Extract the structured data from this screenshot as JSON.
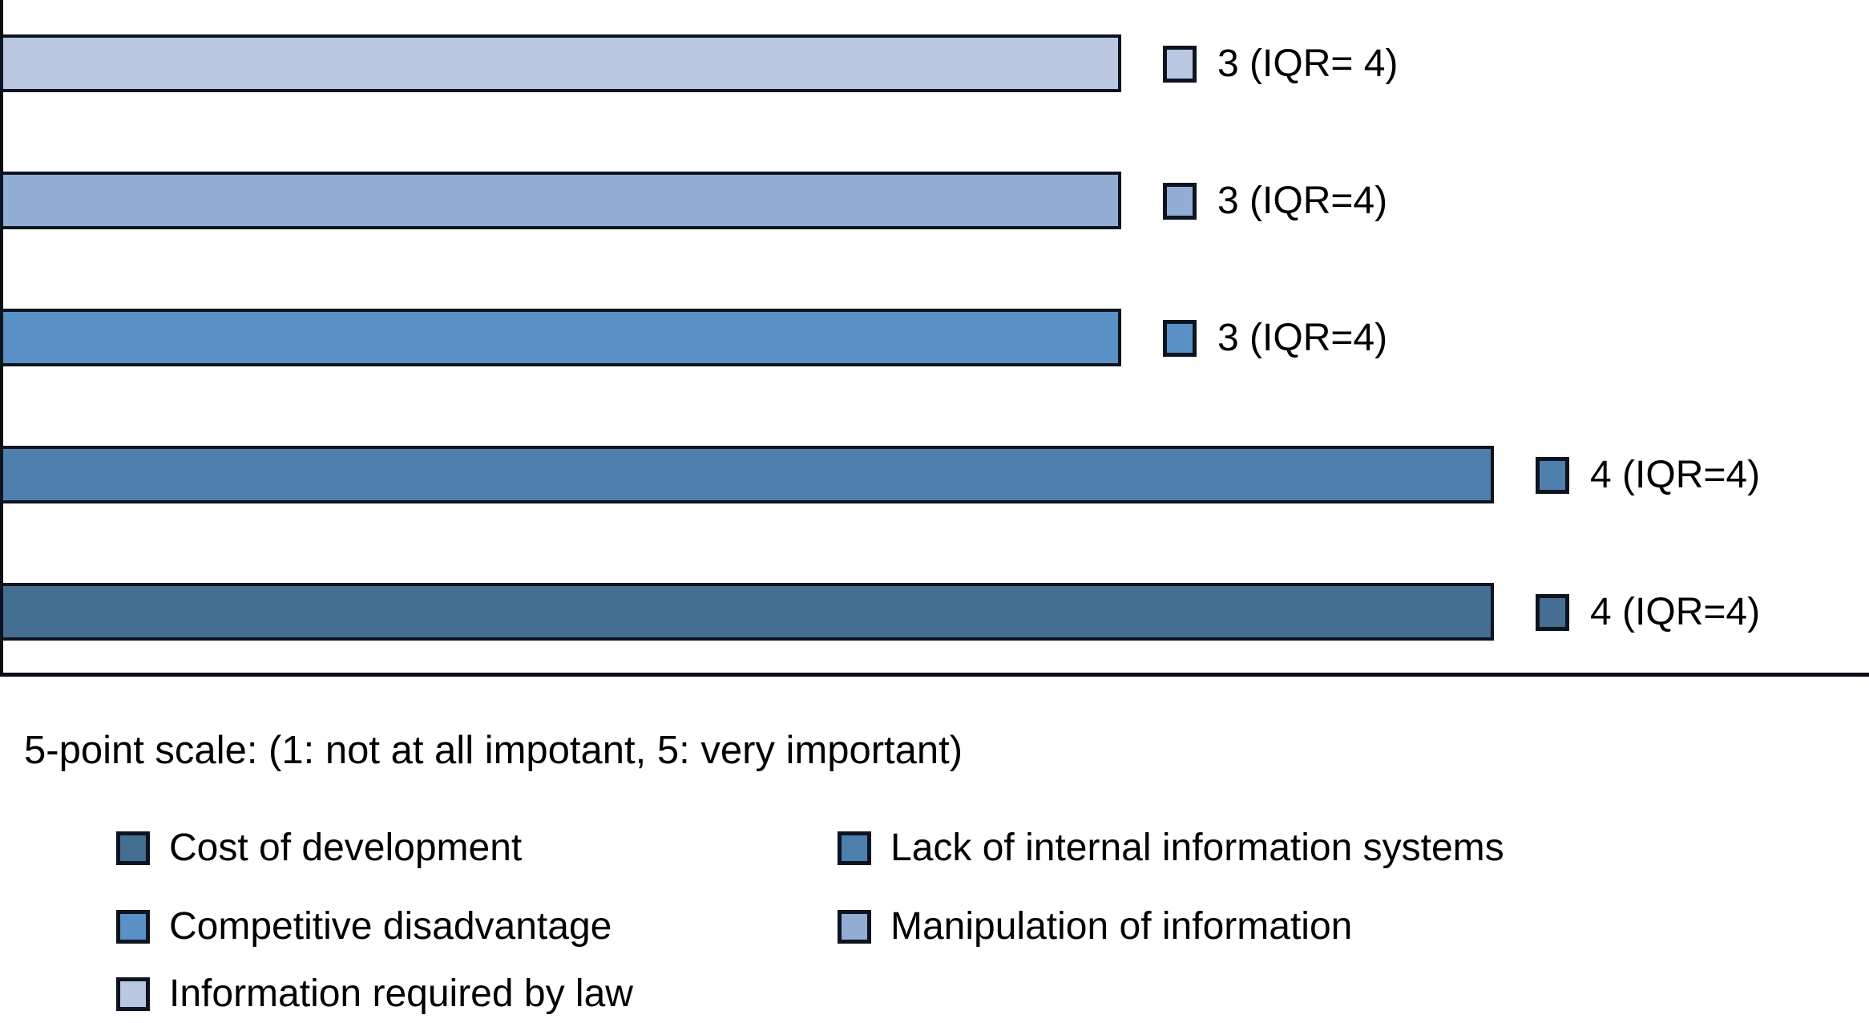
{
  "chart_data": {
    "type": "bar",
    "orientation": "horizontal",
    "title": "",
    "xlabel": "",
    "ylabel": "",
    "xlim": [
      0,
      5
    ],
    "grid": false,
    "legend_position": "bottom",
    "categories": [
      "Information required by law",
      "Manipulation of information",
      "Competitive disadvantage",
      "Lack of internal information systems",
      "Cost of development"
    ],
    "values": [
      3,
      3,
      3,
      4,
      4
    ],
    "iqr_values": [
      4,
      4,
      4,
      4,
      4
    ],
    "bar_labels": [
      "3 (IQR= 4)",
      "3 (IQR=4)",
      "3 (IQR=4)",
      "4 (IQR=4)",
      "4 (IQR=4)"
    ],
    "bar_colors": [
      "#B9C7E0",
      "#92ADD3",
      "#5990C6",
      "#4F80AD",
      "#446E92"
    ],
    "axis_color": "#0a0e14"
  },
  "note": "5-point scale: (1: not at all impotant, 5: very important)",
  "legend": {
    "columns": [
      {
        "items": [
          {
            "label": "Cost of development",
            "color": "#446E92"
          },
          {
            "label": "Competitive disadvantage",
            "color": "#5990C6"
          },
          {
            "label": "Information required by law",
            "color": "#B9C7E0"
          }
        ]
      },
      {
        "items": [
          {
            "label": "Lack of internal information systems",
            "color": "#4F80AD"
          },
          {
            "label": "Manipulation of information",
            "color": "#92ADD3"
          }
        ]
      }
    ]
  }
}
